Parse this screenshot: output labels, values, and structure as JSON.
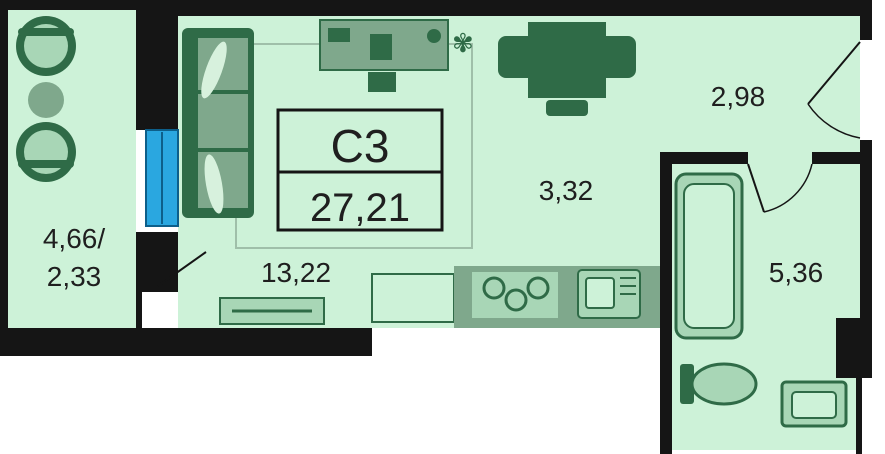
{
  "apartment": {
    "type_code": "С3",
    "total_area": "27,21"
  },
  "rooms": {
    "balcony": {
      "label_line1": "4,66/",
      "label_line2": "2,33"
    },
    "living": {
      "label": "13,22"
    },
    "kitchen": {
      "label": "3,32"
    },
    "hall": {
      "label": "2,98"
    },
    "bathroom": {
      "label": "5,36"
    }
  },
  "colors": {
    "floor": "#cdf2d8",
    "wall": "#151515",
    "furniture": "#2f6b47",
    "furniture_light": "#a8d6b6",
    "window": "#2aa7e0"
  }
}
